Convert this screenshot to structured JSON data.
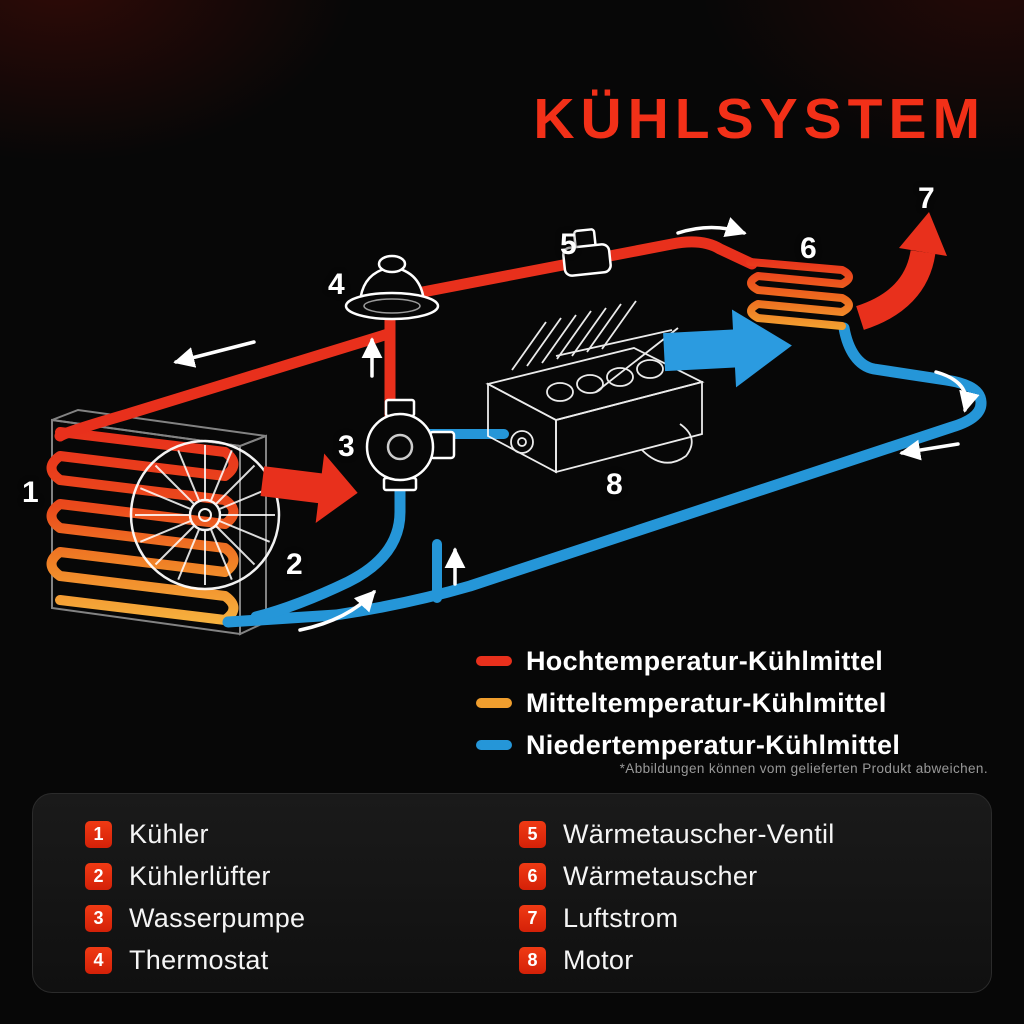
{
  "title": "KÜHLSYSTEM",
  "footnote": "*Abbildungen können vom gelieferten Produkt abweichen.",
  "colors": {
    "accent_red": "#f23018",
    "hot_coolant": "#e8301c",
    "mid_coolant": "#f09e2e",
    "cold_coolant": "#2596d8",
    "panel_background": "#161616",
    "page_background": "#070707"
  },
  "legend": [
    {
      "label": "Hochtemperatur-Kühlmittel",
      "color": "#e8301c"
    },
    {
      "label": "Mitteltemperatur-Kühlmittel",
      "color": "#f09e2e"
    },
    {
      "label": "Niedertemperatur-Kühlmittel",
      "color": "#2596d8"
    }
  ],
  "diagram": {
    "markers": [
      "1",
      "2",
      "3",
      "4",
      "5",
      "6",
      "7",
      "8"
    ]
  },
  "parts": [
    {
      "num": "1",
      "label": "Kühler"
    },
    {
      "num": "2",
      "label": "Kühlerlüfter"
    },
    {
      "num": "3",
      "label": "Wasserpumpe"
    },
    {
      "num": "4",
      "label": "Thermostat"
    },
    {
      "num": "5",
      "label": "Wärmetauscher-Ventil"
    },
    {
      "num": "6",
      "label": "Wärmetauscher"
    },
    {
      "num": "7",
      "label": "Luftstrom"
    },
    {
      "num": "8",
      "label": "Motor"
    }
  ]
}
